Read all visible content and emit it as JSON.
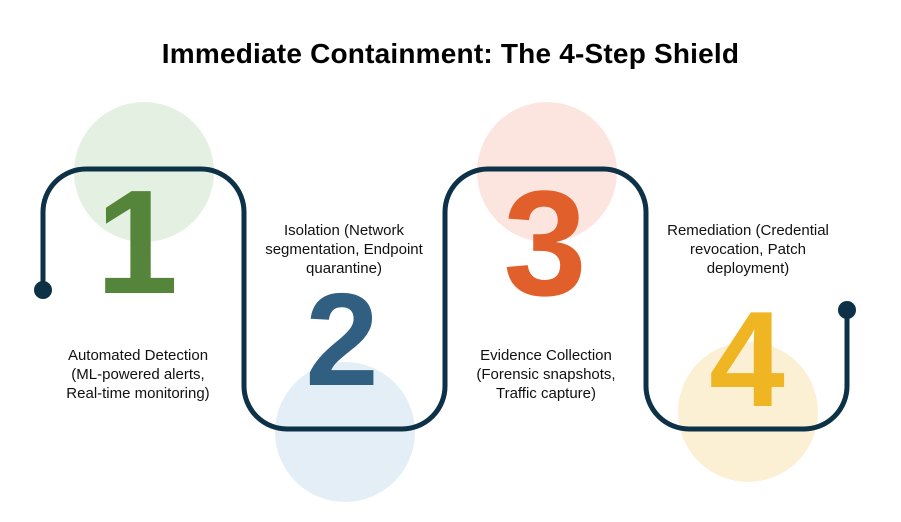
{
  "title": "Immediate Containment: The 4-Step Shield",
  "colors": {
    "path": "#0d3147",
    "step1": "#55843b",
    "step1_circle": "#e4f1e2",
    "step2": "#315f82",
    "step2_circle": "#e3eef6",
    "step3": "#e05f2b",
    "step3_circle": "#fde5df",
    "step4": "#f0b523",
    "step4_circle": "#fcf0d4"
  },
  "steps": [
    {
      "number": "1",
      "label": "Automated Detection\n(ML-powered alerts,\nReal-time monitoring)"
    },
    {
      "number": "2",
      "label": "Isolation (Network\nsegmentation, Endpoint\nquarantine)"
    },
    {
      "number": "3",
      "label": "Evidence Collection\n(Forensic snapshots,\nTraffic capture)"
    },
    {
      "number": "4",
      "label": "Remediation (Credential\nrevocation, Patch\ndeployment)"
    }
  ]
}
